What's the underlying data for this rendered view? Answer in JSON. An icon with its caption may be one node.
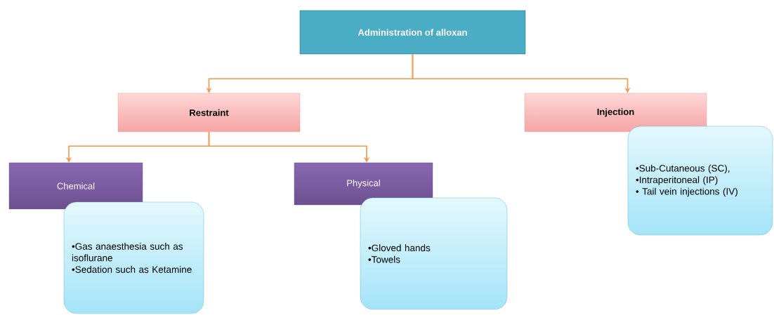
{
  "diagram": {
    "nodes": [
      {
        "text": [
          "Administration of alloxan"
        ]
      },
      {
        "text": [
          "Restraint"
        ]
      },
      {
        "text": [
          "Injection"
        ]
      },
      {
        "text": [
          "Chemical"
        ]
      },
      {
        "text": [
          "•Gas anaesthesia such as isoflurane",
          "•Sedation such as Ketamine"
        ]
      },
      {
        "text": [
          "Physical"
        ]
      },
      {
        "text": [
          "•Gloved hands",
          "•Towels"
        ]
      },
      {
        "text": [
          "•Sub-Cutaneous (SC),",
          "•Intraperitoneal (IP)",
          "• Tail vein injections (IV)"
        ]
      }
    ],
    "edges": [
      {
        "from": 0,
        "to": 1,
        "arrow": "to"
      },
      {
        "from": 0,
        "to": 2,
        "arrow": "to"
      },
      {
        "from": 1,
        "to": 3,
        "arrow": "to"
      },
      {
        "from": 1,
        "to": 5,
        "arrow": "to"
      }
    ]
  }
}
